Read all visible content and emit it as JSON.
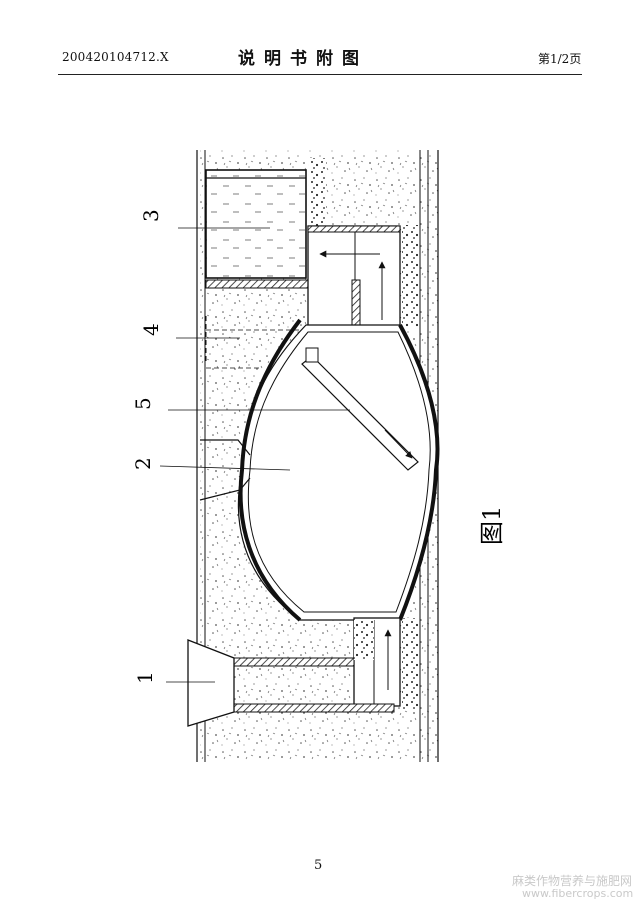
{
  "header": {
    "doc_number": "200420104712.X",
    "title": "说明书附图",
    "page_info": "第1/2页"
  },
  "figure": {
    "labels": [
      "3",
      "4",
      "5",
      "2",
      "1"
    ],
    "caption": "图1"
  },
  "footer": {
    "page_number": "5",
    "watermark_cn": "麻类作物营养与施肥网",
    "watermark_url": "www.fibercrops.com"
  }
}
